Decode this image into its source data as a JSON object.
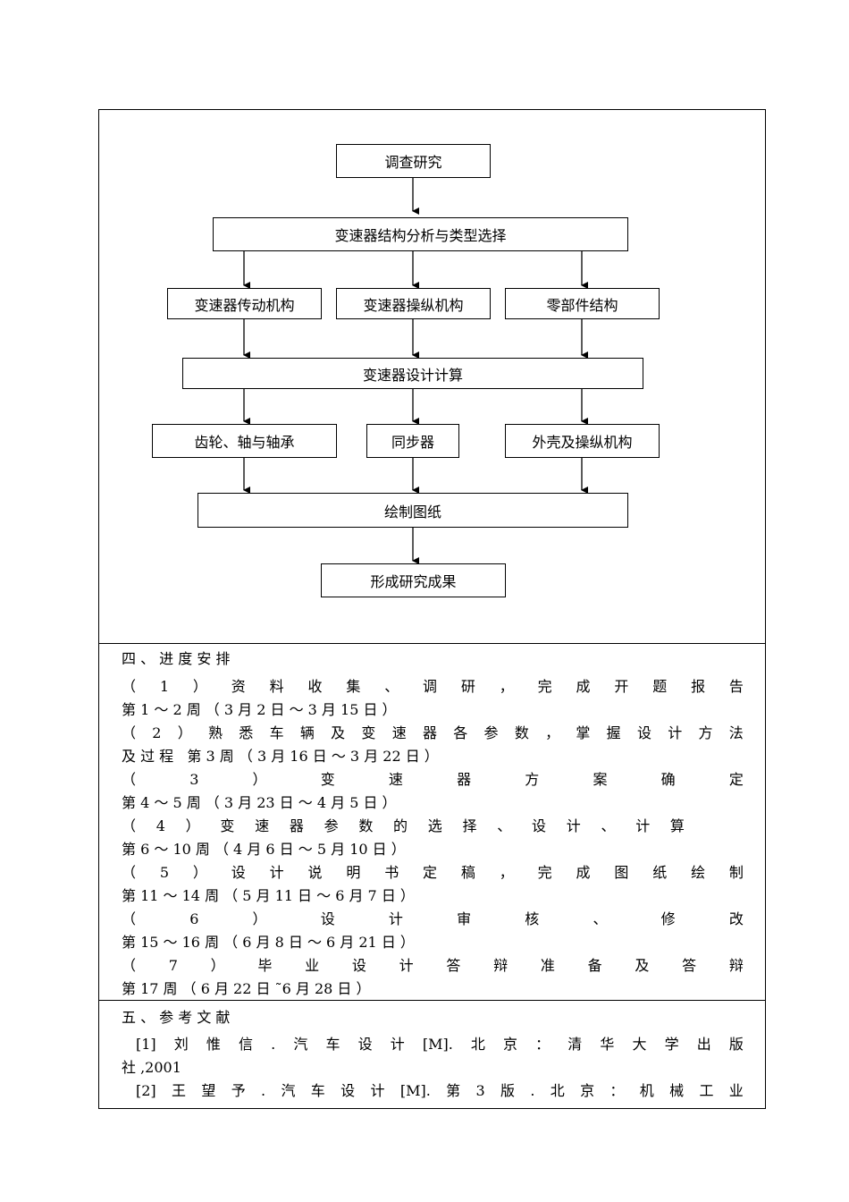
{
  "flowchart": {
    "research": "调查研究",
    "analysis": "变速器结构分析与类型选择",
    "drive": "变速器传动机构",
    "control": "变速器操纵机构",
    "parts": "零部件结构",
    "calc": "变速器设计计算",
    "gear": "齿轮、轴与轴承",
    "sync": "同步器",
    "shell": "外壳及操纵机构",
    "drawing": "绘制图纸",
    "result": "形成研究成果"
  },
  "schedule": {
    "heading": "四 、 进 度 安 排",
    "items": [
      {
        "task": "（ 1 ） 资 料 收 集 、 调 研 ， 完 成 开 题 报 告",
        "time": "第 1 ～ 2 周 （ 3 月 2 日 ～ 3 月 15 日 ）"
      },
      {
        "task": "（ 2 ） 熟 悉 车 辆 及 变 速 器 各 参 数 ， 掌 握 设 计 方 法",
        "time": "及 过 程   第 3 周 （ 3 月 16 日 ～ 3 月 22 日 ）"
      },
      {
        "task": "（ 3 ） 变 速 器 方 案 确 定",
        "time": "第 4 ～ 5 周 （ 3 月 23 日 ～ 4 月 5 日 ）"
      },
      {
        "task": "（ 4 ） 变 速 器 参 数 的 选 择 、 设 计 、 计 算",
        "time": "第 6 ～ 10 周 （ 4 月 6 日 ～ 5 月 10 日 ）"
      },
      {
        "task": "（ 5 ） 设 计 说 明 书 定 稿 ， 完 成 图 纸 绘 制",
        "time": "第 11 ～ 14 周 （ 5 月 11 日 ～ 6 月 7 日 ）"
      },
      {
        "task": "（ 6 ） 设 计 审 核 、 修 改",
        "time": "第 15 ～ 16 周 （ 6 月 8 日 ～ 6 月 21 日 ）"
      },
      {
        "task": "（ 7 ） 毕 业 设 计 答 辩 准 备 及 答 辩",
        "time": "第 17 周 （ 6 月 22 日 ˜6 月 28 日 ）"
      }
    ]
  },
  "references": {
    "heading": "五 、 参 考 文 献",
    "items": [
      {
        "line1": "[1] 刘 惟 信 . 汽 车 设 计 [M]. 北 京 ： 清 华 大 学 出 版",
        "line2": "社 ,2001"
      },
      {
        "line1": "[2] 王 望 予 . 汽 车 设 计 [M]. 第 3 版 . 北 京 ： 机 械 工 业"
      }
    ]
  }
}
